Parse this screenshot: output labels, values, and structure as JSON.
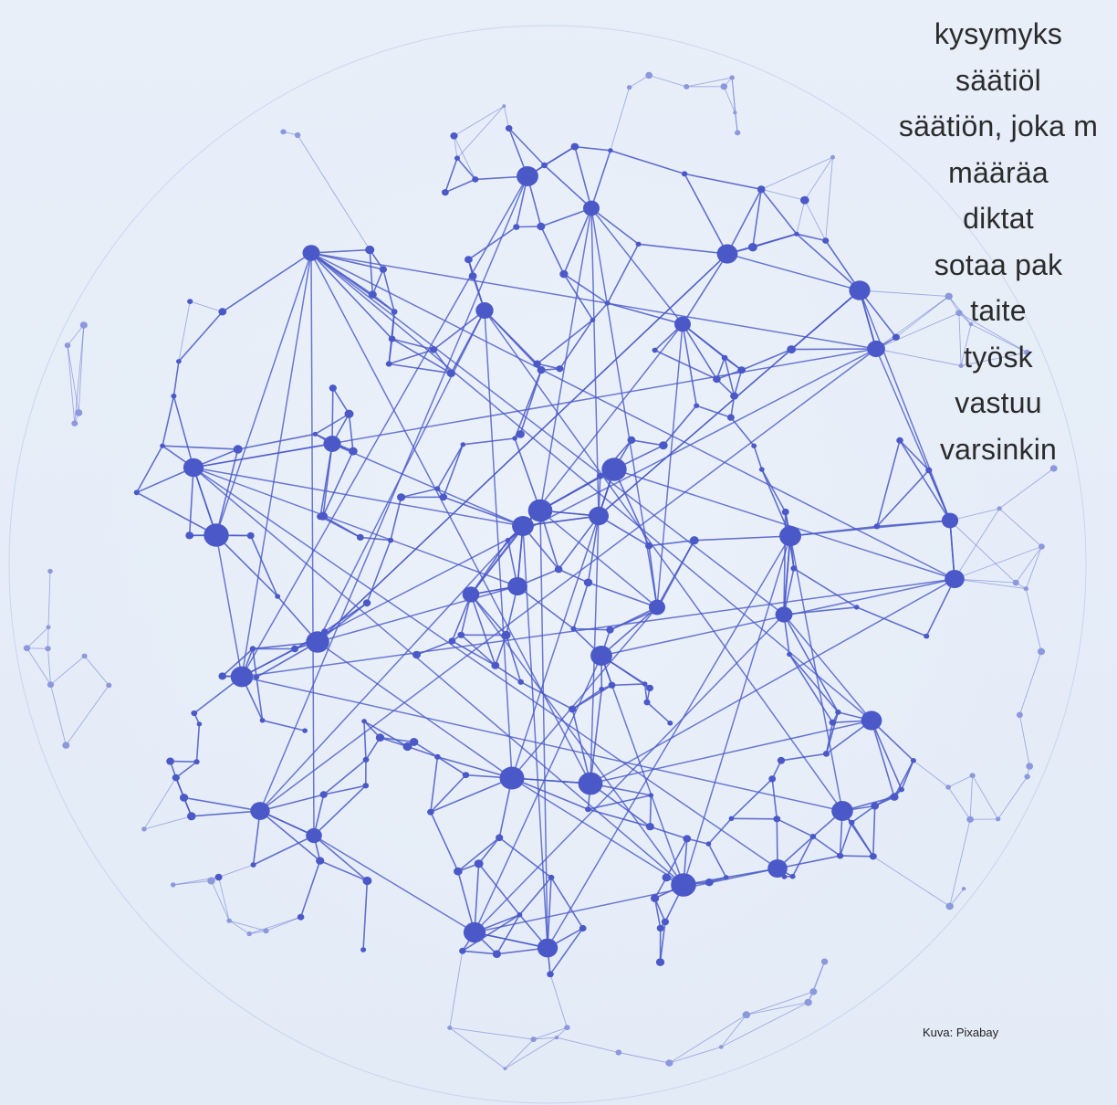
{
  "image": {
    "subject": "network-globe",
    "colors": {
      "background": "#e5edf8",
      "network": "#4a59c7",
      "network_light": "#8c98dc"
    }
  },
  "overlay_text": {
    "lines": [
      "kysymyks",
      "säätiöl",
      "säätiön, joka m",
      "määräa",
      "diktat",
      "sotaa pak",
      "taite",
      "työsk",
      "vastuu",
      "varsinkin"
    ]
  },
  "caption": "Kuva: Pixabay"
}
